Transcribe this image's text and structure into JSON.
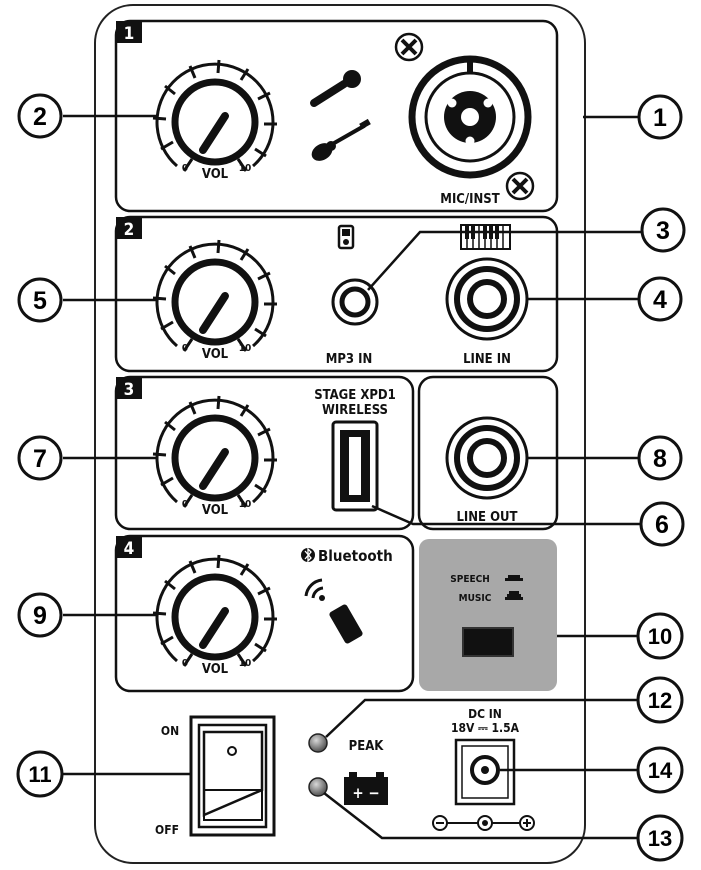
{
  "channels": [
    {
      "number": "1",
      "knob": {
        "label": "VOL",
        "min": "0",
        "max": "10"
      },
      "input_label": "MIC/INST"
    },
    {
      "number": "2",
      "knob": {
        "label": "VOL",
        "min": "0",
        "max": "10"
      },
      "mp3_label": "MP3 IN",
      "line_label": "LINE IN"
    },
    {
      "number": "3",
      "knob": {
        "label": "VOL",
        "min": "0",
        "max": "10"
      },
      "wireless_line1": "STAGE XPD1",
      "wireless_line2": "WIRELESS"
    },
    {
      "number": "4",
      "knob": {
        "label": "VOL",
        "min": "0",
        "max": "10"
      },
      "bluetooth_label": "Bluetooth"
    }
  ],
  "line_out_label": "LINE OUT",
  "eq": {
    "speech_label": "SPEECH",
    "music_label": "MUSIC"
  },
  "power": {
    "on_label": "ON",
    "off_label": "OFF"
  },
  "peak_label": "PEAK",
  "battery_symbol": "+ −",
  "dc_in": {
    "title": "DC IN",
    "rating": "18V ⎓ 1.5A"
  },
  "callouts": [
    "1",
    "2",
    "3",
    "4",
    "5",
    "6",
    "7",
    "8",
    "9",
    "10",
    "11",
    "12",
    "13",
    "14"
  ],
  "colors": {
    "panel_gray": "#a8a8a8",
    "ink": "#111111",
    "led": "#8a8a8a"
  }
}
